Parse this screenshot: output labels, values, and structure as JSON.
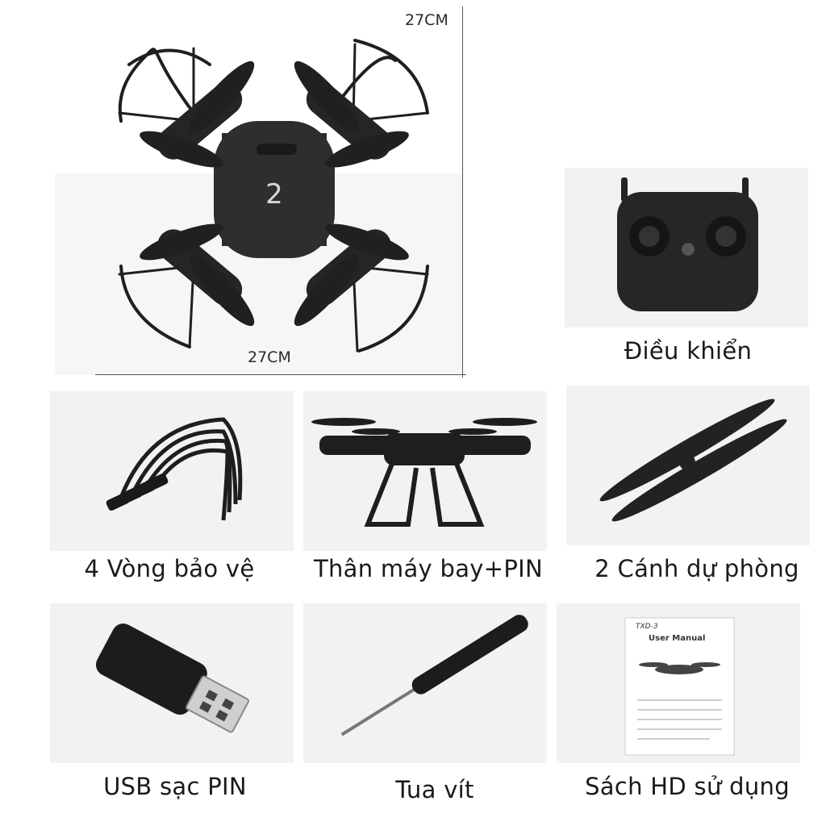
{
  "dimensions": {
    "width_label": "27CM",
    "height_label": "27CM"
  },
  "items": [
    {
      "label": "Điều khiển",
      "icon": "remote-controller"
    },
    {
      "label": "4 Vòng bảo vệ",
      "icon": "propeller-guards"
    },
    {
      "label": "Thân máy bay+PIN",
      "icon": "drone-body"
    },
    {
      "label": "2 Cánh dự phòng",
      "icon": "spare-propellers"
    },
    {
      "label": "USB sạc PIN",
      "icon": "usb-charger"
    },
    {
      "label": "Tua vít",
      "icon": "screwdriver"
    },
    {
      "label": "Sách HD sử dụng",
      "icon": "user-manual"
    }
  ],
  "manual": {
    "title": "User Manual",
    "model": "TXD-3"
  }
}
